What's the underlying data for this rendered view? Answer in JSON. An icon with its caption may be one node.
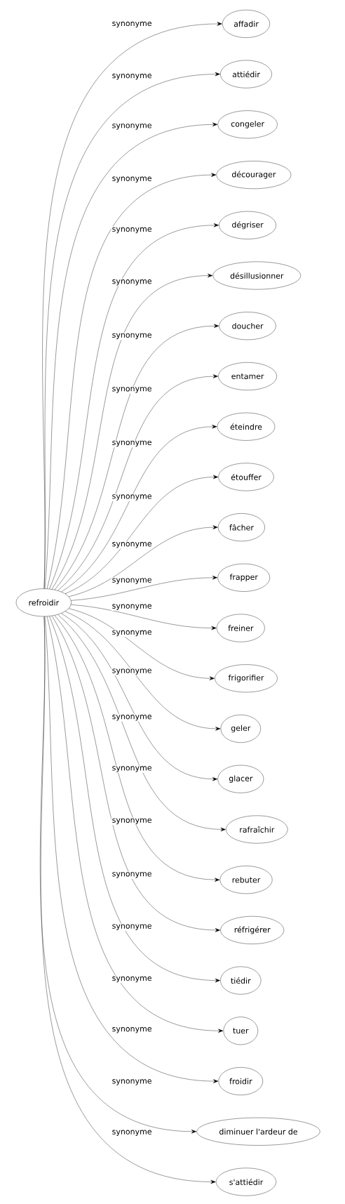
{
  "diagram": {
    "nodes": [
      {
        "text": [
          "refroidir"
        ]
      },
      {
        "text": [
          "affadir"
        ]
      },
      {
        "text": [
          "attiédir"
        ]
      },
      {
        "text": [
          "congeler"
        ]
      },
      {
        "text": [
          "décourager"
        ]
      },
      {
        "text": [
          "dégriser"
        ]
      },
      {
        "text": [
          "désillusionner"
        ]
      },
      {
        "text": [
          "doucher"
        ]
      },
      {
        "text": [
          "entamer"
        ]
      },
      {
        "text": [
          "éteindre"
        ]
      },
      {
        "text": [
          "étouffer"
        ]
      },
      {
        "text": [
          "fâcher"
        ]
      },
      {
        "text": [
          "frapper"
        ]
      },
      {
        "text": [
          "freiner"
        ]
      },
      {
        "text": [
          "frigorifier"
        ]
      },
      {
        "text": [
          "geler"
        ]
      },
      {
        "text": [
          "glacer"
        ]
      },
      {
        "text": [
          "rafraîchir"
        ]
      },
      {
        "text": [
          "rebuter"
        ]
      },
      {
        "text": [
          "réfrigérer"
        ]
      },
      {
        "text": [
          "tiédir"
        ]
      },
      {
        "text": [
          "tuer"
        ]
      },
      {
        "text": [
          "froidir"
        ]
      },
      {
        "text": [
          "diminuer l'ardeur de"
        ]
      },
      {
        "text": [
          "s'attiédir"
        ]
      }
    ],
    "edges": [
      {
        "from": 0,
        "to": 1,
        "arrow": "to",
        "label": "synonyme"
      },
      {
        "from": 0,
        "to": 2,
        "arrow": "to",
        "label": "synonyme"
      },
      {
        "from": 0,
        "to": 3,
        "arrow": "to",
        "label": "synonyme"
      },
      {
        "from": 0,
        "to": 4,
        "arrow": "to",
        "label": "synonyme"
      },
      {
        "from": 0,
        "to": 5,
        "arrow": "to",
        "label": "synonyme"
      },
      {
        "from": 0,
        "to": 6,
        "arrow": "to",
        "label": "synonyme"
      },
      {
        "from": 0,
        "to": 7,
        "arrow": "to",
        "label": "synonyme"
      },
      {
        "from": 0,
        "to": 8,
        "arrow": "to",
        "label": "synonyme"
      },
      {
        "from": 0,
        "to": 9,
        "arrow": "to",
        "label": "synonyme"
      },
      {
        "from": 0,
        "to": 10,
        "arrow": "to",
        "label": "synonyme"
      },
      {
        "from": 0,
        "to": 11,
        "arrow": "to",
        "label": "synonyme"
      },
      {
        "from": 0,
        "to": 12,
        "arrow": "to",
        "label": "synonyme"
      },
      {
        "from": 0,
        "to": 13,
        "arrow": "to",
        "label": "synonyme"
      },
      {
        "from": 0,
        "to": 14,
        "arrow": "to",
        "label": "synonyme"
      },
      {
        "from": 0,
        "to": 15,
        "arrow": "to",
        "label": "synonyme"
      },
      {
        "from": 0,
        "to": 16,
        "arrow": "to",
        "label": "synonyme"
      },
      {
        "from": 0,
        "to": 17,
        "arrow": "to",
        "label": "synonyme"
      },
      {
        "from": 0,
        "to": 18,
        "arrow": "to",
        "label": "synonyme"
      },
      {
        "from": 0,
        "to": 19,
        "arrow": "to",
        "label": "synonyme"
      },
      {
        "from": 0,
        "to": 20,
        "arrow": "to",
        "label": "synonyme"
      },
      {
        "from": 0,
        "to": 21,
        "arrow": "to",
        "label": "synonyme"
      },
      {
        "from": 0,
        "to": 22,
        "arrow": "to",
        "label": "synonyme"
      },
      {
        "from": 0,
        "to": 23,
        "arrow": "to",
        "label": "synonyme"
      },
      {
        "from": 0,
        "to": 24,
        "arrow": "to",
        "label": "synonyme"
      }
    ]
  }
}
